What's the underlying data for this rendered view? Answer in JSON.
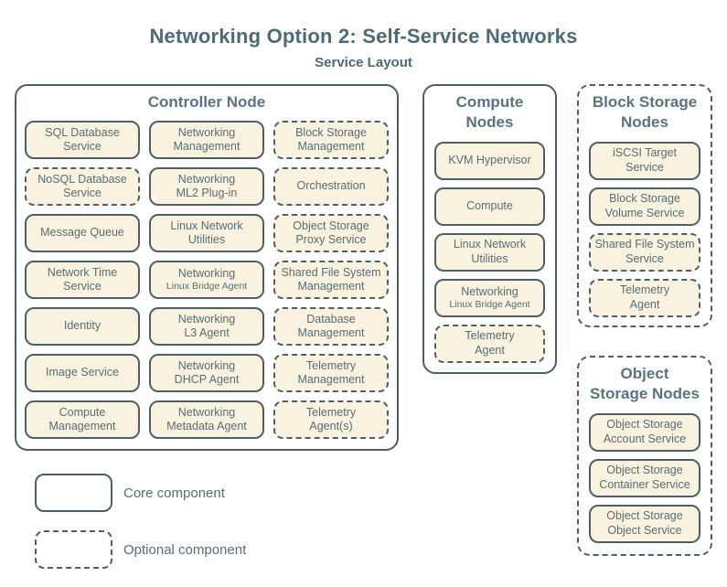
{
  "title": "Networking Option 2: Self-Service Networks",
  "subtitle": "Service Layout",
  "colors": {
    "line": "#4e6067",
    "fill": "#f9f2de",
    "text": "#576d76",
    "heading": "#5b7380",
    "title": "#4f6a77",
    "bg": "#ffffff"
  },
  "nodes": [
    {
      "id": "controller",
      "label": "Controller Node",
      "style": "solid",
      "columns": 3,
      "services": [
        {
          "label": "SQL Database\nService",
          "type": "core"
        },
        {
          "label": "Networking\nManagement",
          "type": "core"
        },
        {
          "label": "Block Storage\nManagement",
          "type": "optional"
        },
        {
          "label": "NoSQL Database\nService",
          "type": "optional"
        },
        {
          "label": "Networking\nML2 Plug-in",
          "type": "core"
        },
        {
          "label": "Orchestration",
          "type": "optional"
        },
        {
          "label": "Message Queue",
          "type": "core"
        },
        {
          "label": "Linux Network\nUtilities",
          "type": "core"
        },
        {
          "label": "Object Storage\nProxy Service",
          "type": "optional"
        },
        {
          "label": "Network Time\nService",
          "type": "core"
        },
        {
          "label": "Networking",
          "sublabel": "Linux Bridge Agent",
          "type": "core"
        },
        {
          "label": "Shared File System\nManagement",
          "type": "optional"
        },
        {
          "label": "Identity",
          "type": "core"
        },
        {
          "label": "Networking\nL3 Agent",
          "type": "core"
        },
        {
          "label": "Database\nManagement",
          "type": "optional"
        },
        {
          "label": "Image Service",
          "type": "core"
        },
        {
          "label": "Networking\nDHCP Agent",
          "type": "core"
        },
        {
          "label": "Telemetry\nManagement",
          "type": "optional"
        },
        {
          "label": "Compute\nManagement",
          "type": "core"
        },
        {
          "label": "Networking\nMetadata Agent",
          "type": "core"
        },
        {
          "label": "Telemetry\nAgent(s)",
          "type": "optional"
        }
      ]
    },
    {
      "id": "compute",
      "label": "Compute\nNodes",
      "style": "solid",
      "columns": 1,
      "services": [
        {
          "label": "KVM Hypervisor",
          "type": "core"
        },
        {
          "label": "Compute",
          "type": "core"
        },
        {
          "label": "Linux Network\nUtilities",
          "type": "core"
        },
        {
          "label": "Networking",
          "sublabel": "Linux Bridge Agent",
          "type": "core"
        },
        {
          "label": "Telemetry\nAgent",
          "type": "optional"
        }
      ]
    },
    {
      "id": "block",
      "label": "Block Storage\nNodes",
      "style": "dashed",
      "columns": 1,
      "services": [
        {
          "label": "iSCSI Target\nService",
          "type": "core"
        },
        {
          "label": "Block Storage\nVolume Service",
          "type": "core"
        },
        {
          "label": "Shared File System\nService",
          "type": "optional"
        },
        {
          "label": "Telemetry\nAgent",
          "type": "optional"
        }
      ]
    },
    {
      "id": "object",
      "label": "Object\nStorage Nodes",
      "style": "dashed",
      "columns": 1,
      "services": [
        {
          "label": "Object Storage\nAccount Service",
          "type": "core"
        },
        {
          "label": "Object Storage\nContainer Service",
          "type": "core"
        },
        {
          "label": "Object Storage\nObject Service",
          "type": "core"
        }
      ]
    }
  ],
  "legend": {
    "items": [
      {
        "label": "Core component",
        "style": "solid"
      },
      {
        "label": "Optional component",
        "style": "dashed"
      }
    ]
  }
}
